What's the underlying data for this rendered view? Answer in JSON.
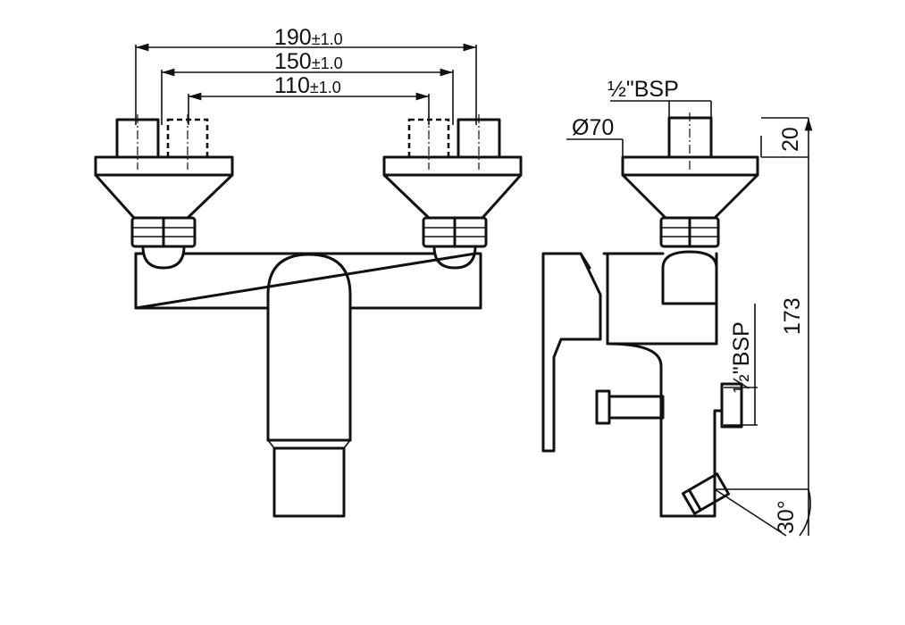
{
  "front_view": {
    "dim_190": {
      "value": "190",
      "tolerance": "±1.0"
    },
    "dim_150": {
      "value": "150",
      "tolerance": "±1.0"
    },
    "dim_110": {
      "value": "110",
      "tolerance": "±1.0"
    }
  },
  "side_view": {
    "inlet_thread": "½\"BSP",
    "flange_diameter": "Ø70",
    "inlet_length": "20",
    "overall_height": "173",
    "outlet_thread": "½\"BSP",
    "handle_angle": "30°"
  },
  "colors": {
    "line": "#111111",
    "background": "#ffffff"
  }
}
